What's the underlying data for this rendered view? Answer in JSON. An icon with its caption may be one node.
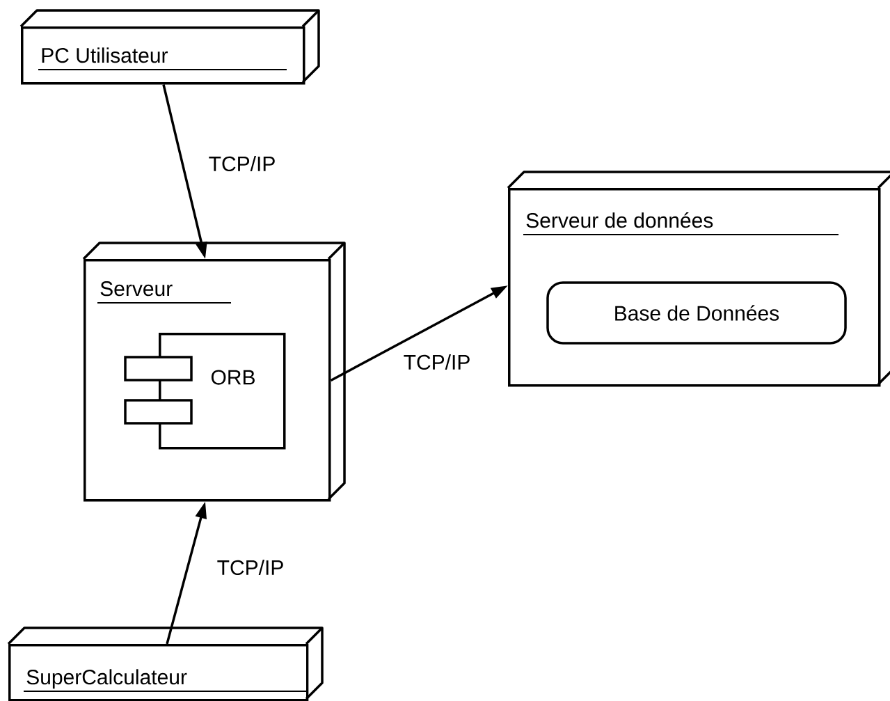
{
  "diagram": {
    "nodes": [
      {
        "text": [
          "PC Utilisateur"
        ]
      },
      {
        "text": [
          "Serveur"
        ]
      },
      {
        "text": [
          "ORB"
        ],
        "in": 1
      },
      {
        "text": [
          "Serveur de données"
        ]
      },
      {
        "text": [
          "Base de Données"
        ],
        "in": 3
      },
      {
        "text": [
          "SuperCalculateur"
        ]
      }
    ],
    "edges": [
      {
        "from": 0,
        "to": 1,
        "arrow": "to",
        "label": "TCP/IP"
      },
      {
        "from": 1,
        "to": 3,
        "arrow": "to",
        "label": "TCP/IP"
      },
      {
        "from": 5,
        "to": 1,
        "arrow": "to",
        "label": "TCP/IP"
      }
    ]
  }
}
